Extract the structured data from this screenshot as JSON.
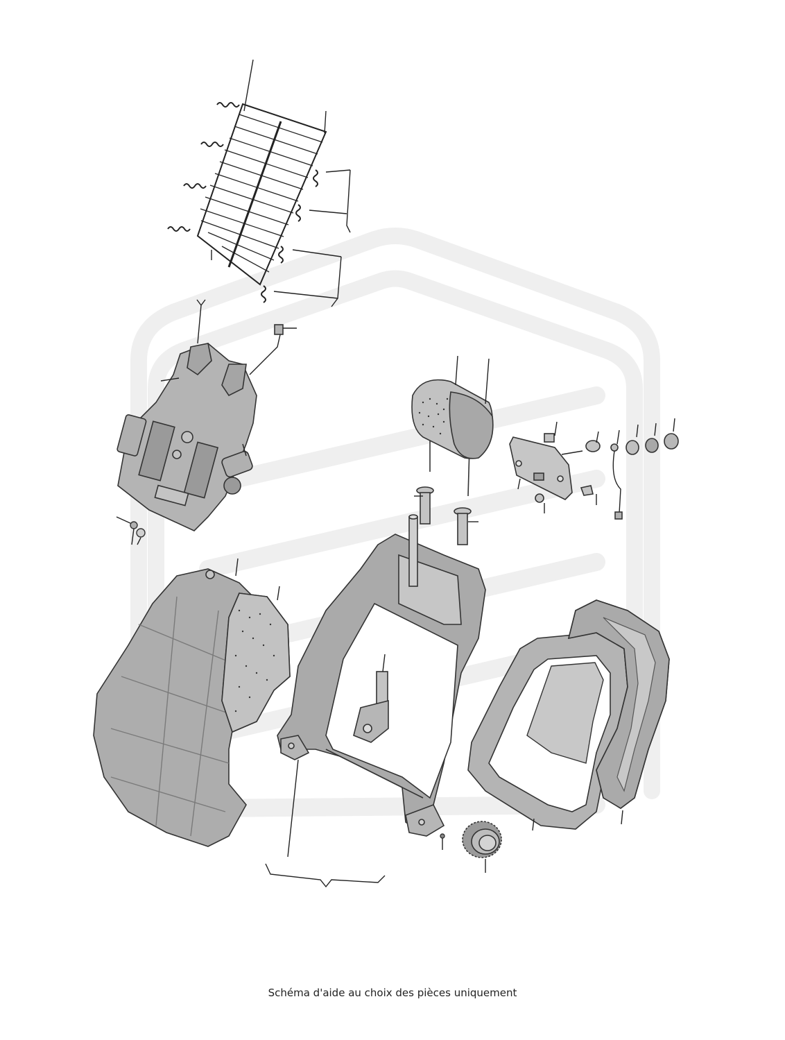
{
  "caption": "Schéma d'aide au choix des pièces uniquement",
  "colors": {
    "watermark": "#efefef",
    "part_fill_dark": "#9a9a9a",
    "part_fill_mid": "#b4b4b4",
    "part_fill_light": "#cdcdcd",
    "outline": "#333333",
    "leader": "#222222"
  },
  "parts": [
    {
      "id": "spring-mat",
      "icon": "wire-spring-mat-icon"
    },
    {
      "id": "seat-back-panel",
      "icon": "plastic-back-panel-icon"
    },
    {
      "id": "adjust-motor",
      "icon": "electric-motor-icon"
    },
    {
      "id": "headrest",
      "icon": "headrest-icon"
    },
    {
      "id": "headrest-guides",
      "icon": "headrest-guide-sleeve-icon"
    },
    {
      "id": "headrest-bracket",
      "icon": "mounting-bracket-icon"
    },
    {
      "id": "small-fasteners",
      "icon": "clip-fastener-icon"
    },
    {
      "id": "cable-sensor",
      "icon": "sensor-cable-icon"
    },
    {
      "id": "seat-back-cushion",
      "icon": "foam-cushion-icon"
    },
    {
      "id": "cushion-cover",
      "icon": "perforated-cover-icon"
    },
    {
      "id": "seat-back-frame",
      "icon": "seat-frame-icon"
    },
    {
      "id": "recliner-mechanism",
      "icon": "recliner-mechanism-icon"
    },
    {
      "id": "rear-trim-frame",
      "icon": "trim-frame-icon"
    },
    {
      "id": "rear-shell",
      "icon": "rear-shell-icon"
    },
    {
      "id": "adjust-knob",
      "icon": "adjust-knob-icon"
    }
  ]
}
